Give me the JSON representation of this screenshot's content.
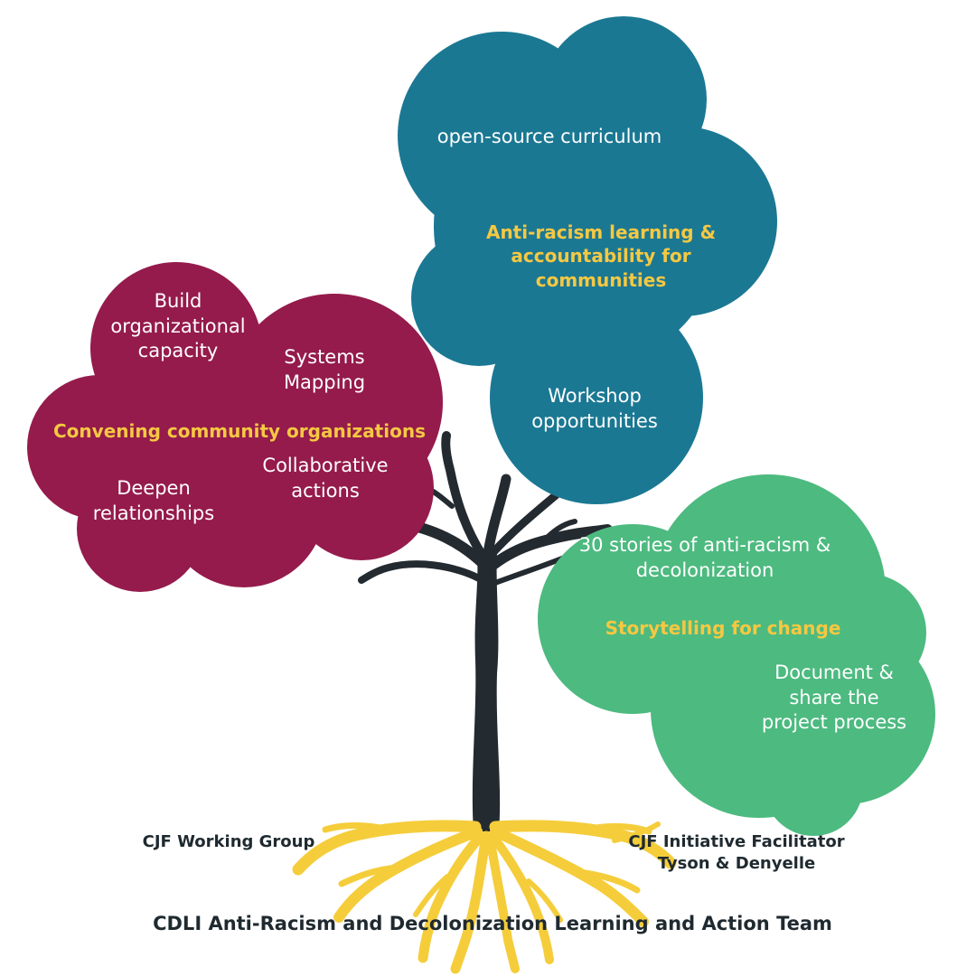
{
  "colors": {
    "teal_bubble": "#1b7893",
    "magenta_bubble": "#951b4c",
    "green_bubble": "#4dba80",
    "heading_yellow": "#f5c842",
    "trunk": "#232a30",
    "roots": "#f5cd3b",
    "footer_text": "#1f2a30"
  },
  "bubbles": {
    "teal": {
      "heading": "Anti-racism learning & accountability for communities",
      "items": [
        "open-source curriculum",
        "Workshop opportunities"
      ]
    },
    "magenta": {
      "heading": "Convening community organizations",
      "items": [
        "Build organizational capacity",
        "Systems Mapping",
        "Deepen relationships",
        "Collaborative actions"
      ]
    },
    "green": {
      "heading": "Storytelling for change",
      "items": [
        "30 stories of anti-racism & decolonization",
        "Document & share the project process"
      ]
    }
  },
  "roots": {
    "left_label": "CJF Working Group",
    "right_label_line1": "CJF Initiative Facilitator",
    "right_label_line2": "Tyson & Denyelle",
    "bottom_label": "CDLI Anti-Racism and Decolonization Learning and Action Team"
  }
}
